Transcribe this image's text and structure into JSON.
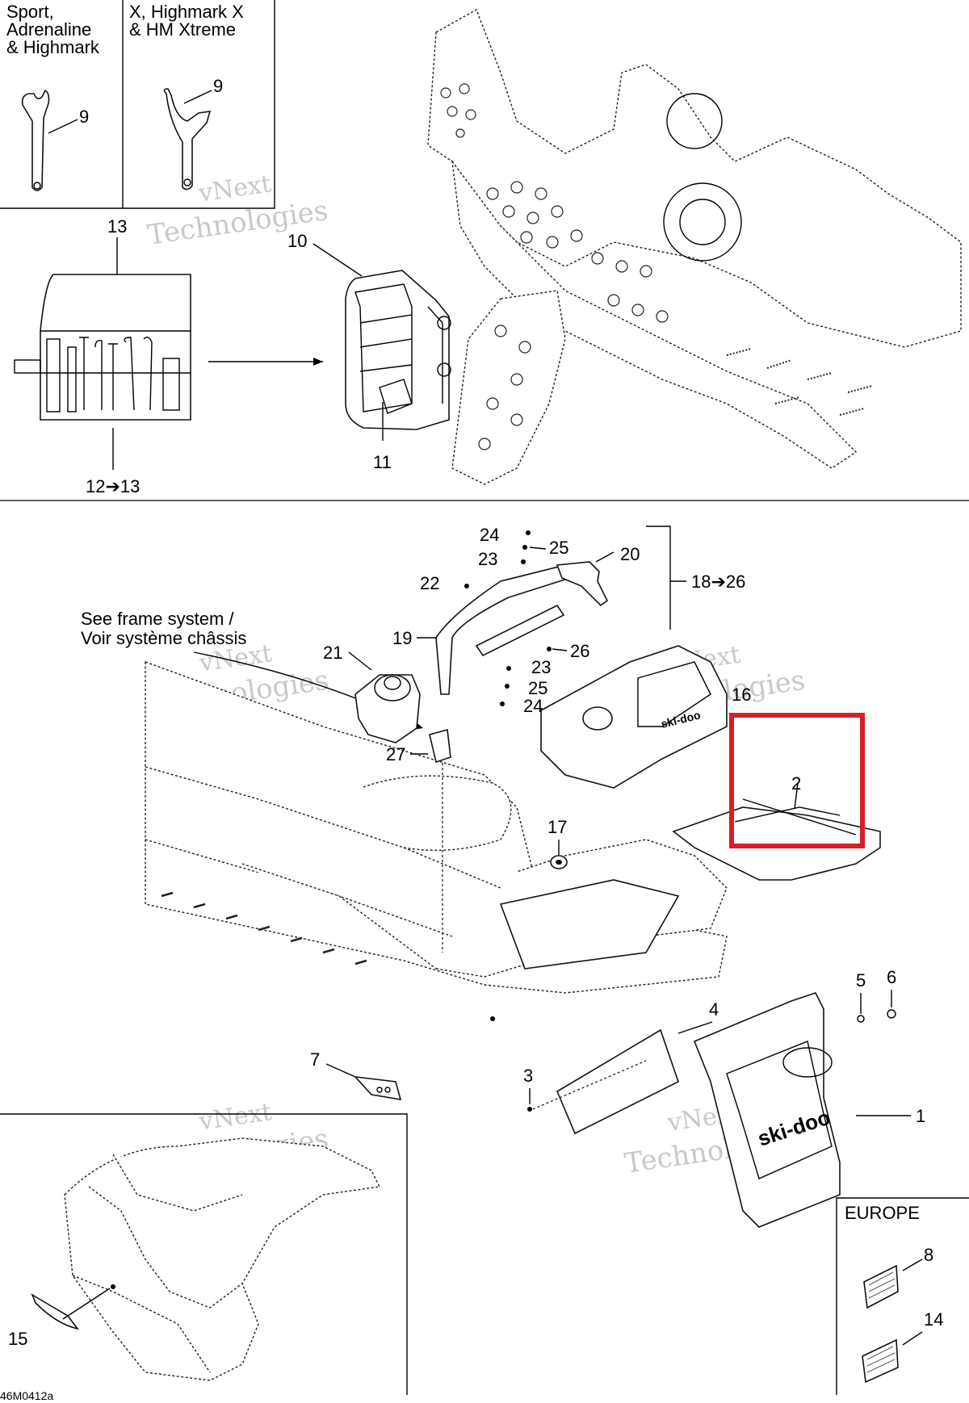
{
  "panels": {
    "sport_label": [
      "Sport,",
      "Adrenaline",
      "& Highmark"
    ],
    "xhm_label": [
      "X, Highmark X",
      "& HM Xtreme"
    ],
    "europe_label": "EUROPE"
  },
  "notes": {
    "frame_en": "See frame system /",
    "frame_fr": "Voir système châssis"
  },
  "callouts": {
    "c1": "1",
    "c2": "2",
    "c3": "3",
    "c4": "4",
    "c5": "5",
    "c6": "6",
    "c7": "7",
    "c8": "8",
    "c9a": "9",
    "c9b": "9",
    "c10": "10",
    "c11": "11",
    "c12_13": "12➔13",
    "c13": "13",
    "c14": "14",
    "c15": "15",
    "c16": "16",
    "c17": "17",
    "c18_26": "18➔26",
    "c19": "19",
    "c20": "20",
    "c21": "21",
    "c22": "22",
    "c23a": "23",
    "c23b": "23",
    "c24a": "24",
    "c24b": "24",
    "c25a": "25",
    "c25b": "25",
    "c26": "26",
    "c27": "27"
  },
  "watermark": {
    "line1": "vNext",
    "line2": "Technologies"
  },
  "drawing_code": "46M0412a",
  "highlight": {
    "color": "#d61f26",
    "target": "2"
  },
  "colors": {
    "line": "#000000",
    "watermark": "#c8c8c8"
  }
}
